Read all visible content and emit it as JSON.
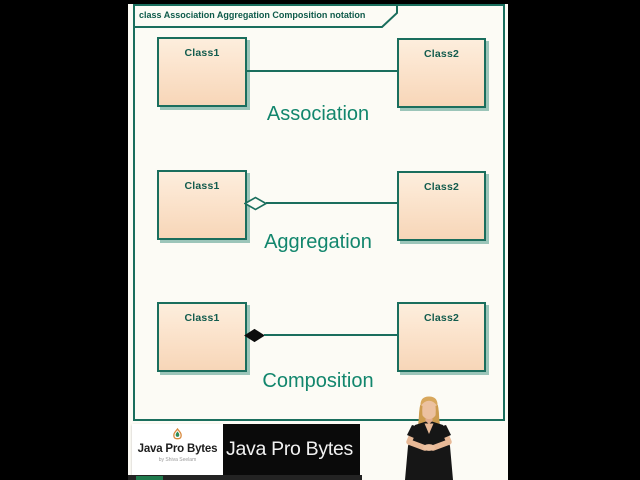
{
  "diagram": {
    "frame_title": "class Association Aggregation Composition notation",
    "rows": [
      {
        "left_class": "Class1",
        "right_class": "Class2",
        "relation_label": "Association",
        "connector": "plain-line"
      },
      {
        "left_class": "Class1",
        "right_class": "Class2",
        "relation_label": "Aggregation",
        "connector": "hollow-diamond"
      },
      {
        "left_class": "Class1",
        "right_class": "Class2",
        "relation_label": "Composition",
        "connector": "filled-diamond"
      }
    ]
  },
  "footer": {
    "logo_card": {
      "title": "Java Pro Bytes",
      "tagline": "by Shiva Seelam",
      "icon": "flame-leaf-logo-icon"
    },
    "banner": {
      "text": "Java Pro Bytes"
    }
  },
  "scene": {
    "presenter": "woman-presenter-figure",
    "layout": "vertical-video-with-black-side-bars"
  },
  "colors": {
    "frame_teal": "#1a6e5d",
    "relation_label_teal": "#12866d",
    "class_title_teal": "#135c4e",
    "box_fill_light": "#fdeedd",
    "box_fill_dark": "#f7d6b8",
    "background_white": "#fcfbf5",
    "banner_black": "#0a0a0a",
    "banner_text_white": "#f2f2f2",
    "side_bars": "#000000"
  }
}
